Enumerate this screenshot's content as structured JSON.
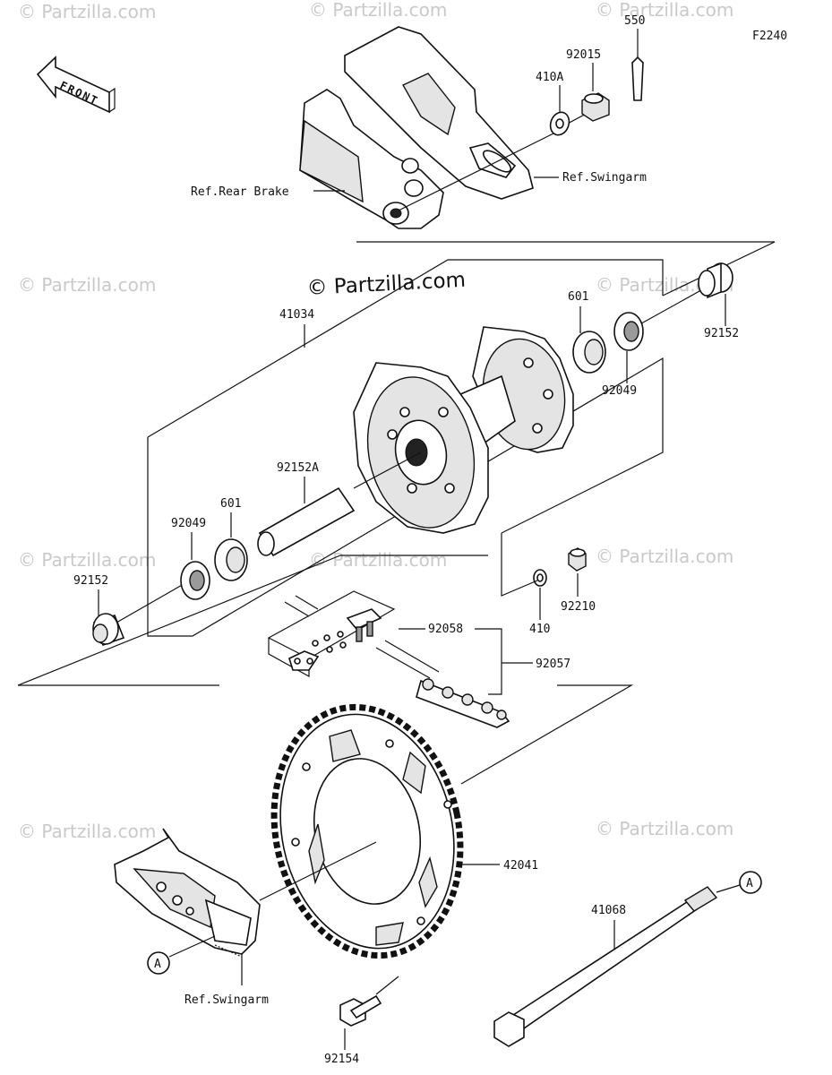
{
  "diagram_code": "F2240",
  "watermark": "© Partzilla.com",
  "main_watermark": "© Partzilla.com",
  "front_label": "FRONT",
  "callout_marker": "A",
  "references": {
    "rear_brake": "Ref.Rear Brake",
    "swingarm_top": "Ref.Swingarm",
    "swingarm_bottom": "Ref.Swingarm"
  },
  "parts": {
    "p550": "550",
    "p92015": "92015",
    "p410A": "410A",
    "p41034": "41034",
    "p601_right": "601",
    "p92049_right": "92049",
    "p92152_right": "92152",
    "p92152A": "92152A",
    "p601_left": "601",
    "p92049_left": "92049",
    "p92152_left": "92152",
    "p410": "410",
    "p92210": "92210",
    "p92058": "92058",
    "p92057": "92057",
    "p42041": "42041",
    "p41068": "41068",
    "p92154": "92154"
  }
}
